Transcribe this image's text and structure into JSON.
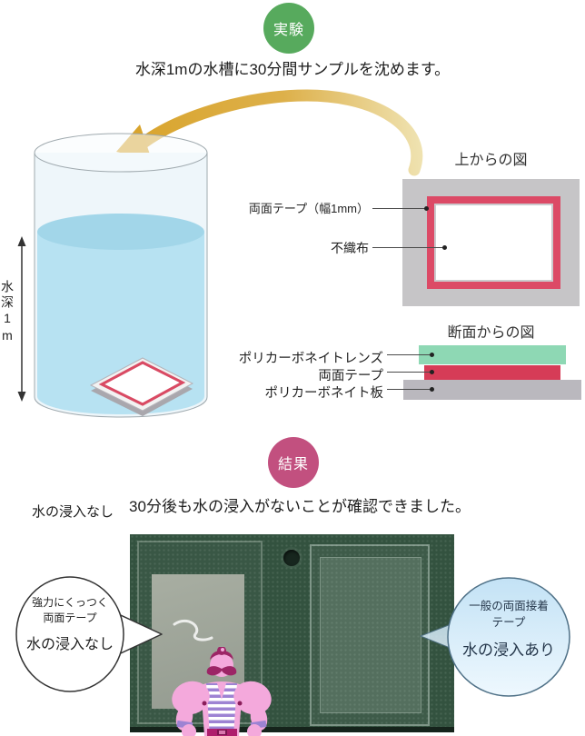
{
  "experiment": {
    "badge": "実験",
    "caption": "水深1mの水槽に30分間サンプルを沈めます。",
    "tank_depth_label": "水深1m"
  },
  "top_view": {
    "title": "上からの図",
    "labels": {
      "tape": "両面テープ（幅1mm）",
      "fabric": "不織布"
    }
  },
  "cross_section": {
    "title": "断面からの図",
    "labels": {
      "lens": "ポリカーボネイトレンズ",
      "tape": "両面テープ",
      "plate": "ポリカーボネイト板"
    }
  },
  "result": {
    "badge": "結果",
    "caption": "30分後も水の浸入がないことが確認できました。",
    "photo_note": "水の浸入なし",
    "left_bubble": {
      "line1": "強力にくっつく",
      "line2": "両面テープ",
      "verdict": "水の浸入なし"
    },
    "right_bubble": {
      "line1": "一般の両面接着",
      "line2": "テープ",
      "verdict": "水の浸入あり"
    }
  },
  "colors": {
    "experiment_badge_green": "#57aa5d",
    "result_badge_pink": "#c2507f",
    "tape_red": "#dc4a66",
    "cross_tape_red": "#d63c57",
    "lens_green": "#8ed8b4",
    "plate_gray": "#bab8be",
    "diagram_gray": "#c6c5c7",
    "water_blue": "#b7e2f2",
    "arrow_gold": "#d9a42c",
    "photo_green": "#33523f"
  }
}
